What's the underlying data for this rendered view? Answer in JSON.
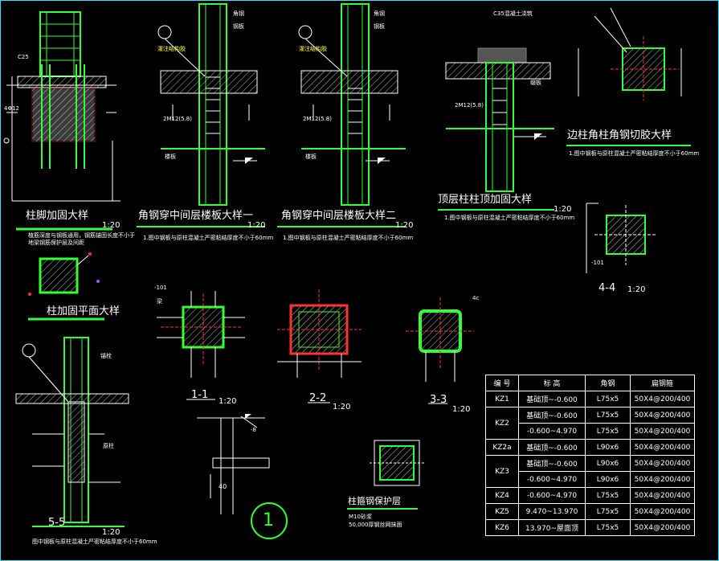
{
  "titles": {
    "foot": "柱脚加固大样",
    "joint1": "角钢穿中间层楼板大样一",
    "joint2": "角钢穿中间层楼板大样二",
    "top": "顶层柱柱顶加固大样",
    "cut": "边柱角柱角钢切胶大样",
    "plan": "柱加固平面大样",
    "sec11": "1-1",
    "sec22": "2-2",
    "sec33": "3-3",
    "sec44": "4-4",
    "sec55": "5-5",
    "wrap": "柱箍钢保护层",
    "circle": "1"
  },
  "scales": {
    "s1": "1:20",
    "s2": "1:20",
    "s3": "1:20",
    "s4": "1:20",
    "s5": "1:20",
    "s6": "1:20",
    "s7": "1:20",
    "s8": "1:20",
    "s9": "1:20"
  },
  "notes": {
    "n1": "1.图中钢板与原柱混凝土严密粘结厚度不小于60mm",
    "n2": "1.图中钢板与原柱混凝土严密粘结厚度不小于60mm",
    "n3": "1.图中钢板与原柱混凝土严密粘结厚度不小于60mm",
    "n4": "1.图中钢板与原柱混凝土严密粘结厚度不小于60mm",
    "n5": "图中钢板与原柱混凝土严密粘结厚度不小于60mm",
    "foot_a": "植筋深度与钢板通用，钢筋锚固长度不小于",
    "foot_b": "地梁钢筋保护层及间距",
    "wrap_a": "M10砂浆",
    "wrap_b": "50,000厚钢丝网抹面",
    "dim40": "40",
    "sec_mark": "-8",
    "sec_mark2": "4c"
  },
  "labels": {
    "c25": "C25",
    "c35": "C35混凝土浇筑",
    "r4": "4Φ12",
    "r2m12": "2M12(5.8)",
    "rx": "2M12(5.8)",
    "angle": "角钢",
    "plate": "钢板",
    "hoop": "缀板",
    "glue": "灌注结构胶",
    "anchor": "锚栓",
    "floor": "楼板",
    "beam": "梁",
    "col": "原柱",
    "L101": "-101",
    "L101b": "-101"
  },
  "table": {
    "header": [
      "编 号",
      "标 高",
      "角钢",
      "扁钢箍"
    ],
    "rows": [
      [
        "KZ1",
        "基础顶~-0.600",
        "L75x5",
        "50X4@200/400"
      ],
      [
        "KZ2",
        "基础顶~-0.600",
        "L75x5",
        "50X4@200/400"
      ],
      [
        "",
        "-0.600~4.970",
        "L75x5",
        "50X4@200/400"
      ],
      [
        "KZ2a",
        "基础顶~-0.600",
        "L90x6",
        "50X4@200/400"
      ],
      [
        "KZ3",
        "基础顶~-0.600",
        "L90x6",
        "50X4@200/400"
      ],
      [
        "",
        "-0.600~4.970",
        "L90x6",
        "50X4@200/400"
      ],
      [
        "KZ4",
        "-0.600~4.970",
        "L75x5",
        "50X4@200/400"
      ],
      [
        "KZ5",
        "9.470~13.970",
        "L75x5",
        "50X4@200/400"
      ],
      [
        "KZ6",
        "13.970~屋面顶",
        "L75x5",
        "50X4@200/400"
      ]
    ]
  },
  "colors": {
    "bg": "#000000",
    "line": "#33ff33",
    "white": "#ffffff",
    "red": "#ff3333",
    "yellow": "#ffff33",
    "cyan": "#2fe2ff",
    "hatch": "#aaaaaa"
  }
}
